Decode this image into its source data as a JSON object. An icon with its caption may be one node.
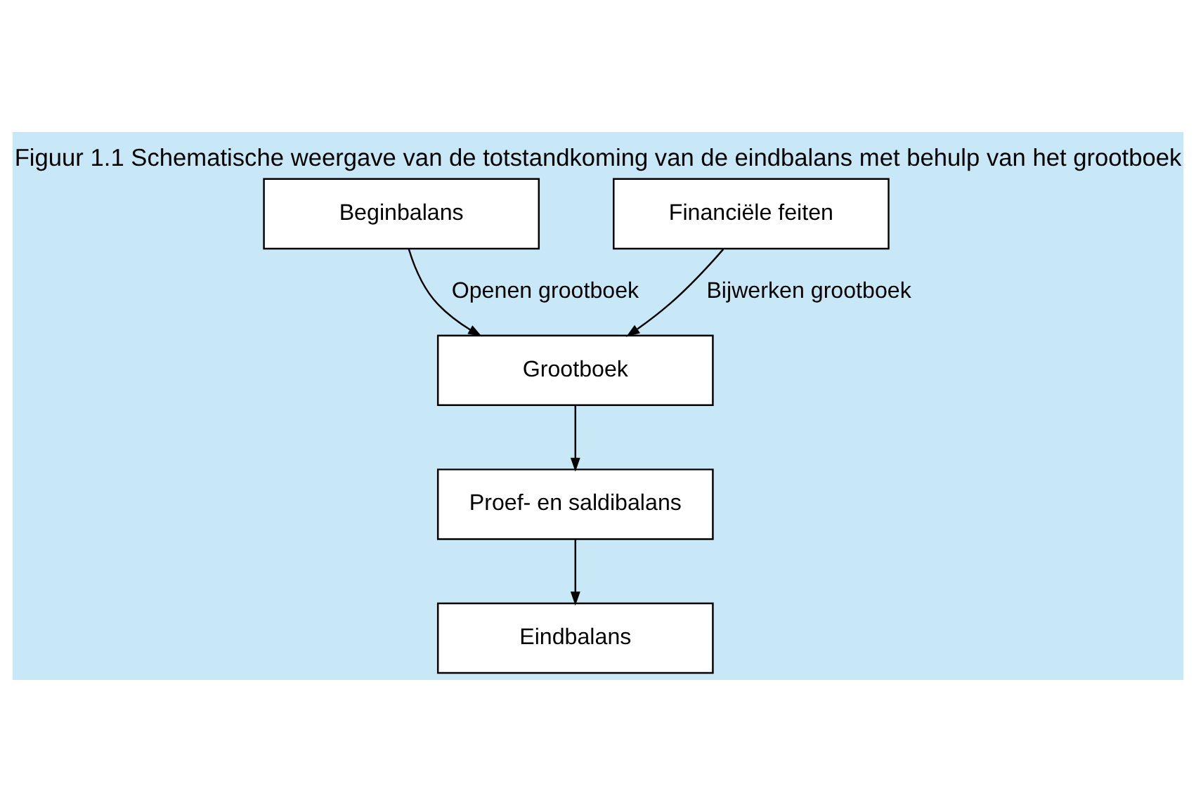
{
  "diagram": {
    "title": "Figuur 1.1 Schematische weergave van de totstandkoming van de eindbalans met behulp van het grootboek",
    "nodes": [
      {
        "text": [
          "Beginbalans"
        ]
      },
      {
        "text": [
          "Financiële feiten"
        ]
      },
      {
        "text": [
          "Grootboek"
        ]
      },
      {
        "text": [
          "Proef- en saldibalans"
        ]
      },
      {
        "text": [
          "Eindbalans"
        ]
      }
    ],
    "edges": [
      {
        "from": 0,
        "to": 2,
        "arrow": "to",
        "label": "Openen grootboek"
      },
      {
        "from": 1,
        "to": 2,
        "arrow": "to",
        "label": "Bijwerken grootboek"
      },
      {
        "from": 2,
        "to": 3,
        "arrow": "to"
      },
      {
        "from": 3,
        "to": 4,
        "arrow": "to"
      }
    ]
  }
}
